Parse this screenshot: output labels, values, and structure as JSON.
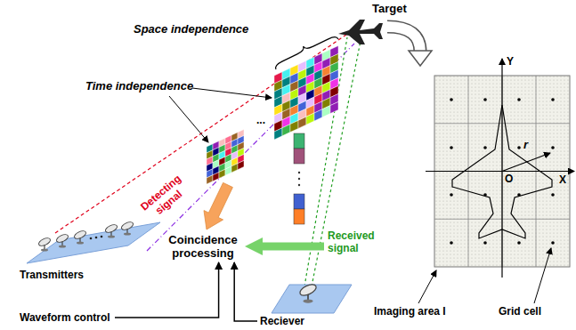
{
  "diagram": {
    "nodes": [
      {
        "text": [
          "Coincidence processing"
        ]
      },
      {
        "text": [
          "Waveform control"
        ]
      },
      {
        "text": [
          "Reciever"
        ]
      },
      {
        "text": [
          "Received signal"
        ]
      }
    ],
    "edges": [
      {
        "from": 3,
        "to": 0,
        "arrow": "to"
      },
      {
        "from": 1,
        "to": 0,
        "arrow": "to"
      },
      {
        "from": 2,
        "to": 0,
        "arrow": "to"
      }
    ],
    "labels": [
      "Target",
      "Space independence",
      "Time independence",
      "...",
      "Detecting signal",
      "Transmitters",
      "Y",
      "X",
      "O",
      "r",
      "Imaging area I",
      "Grid cell"
    ]
  }
}
